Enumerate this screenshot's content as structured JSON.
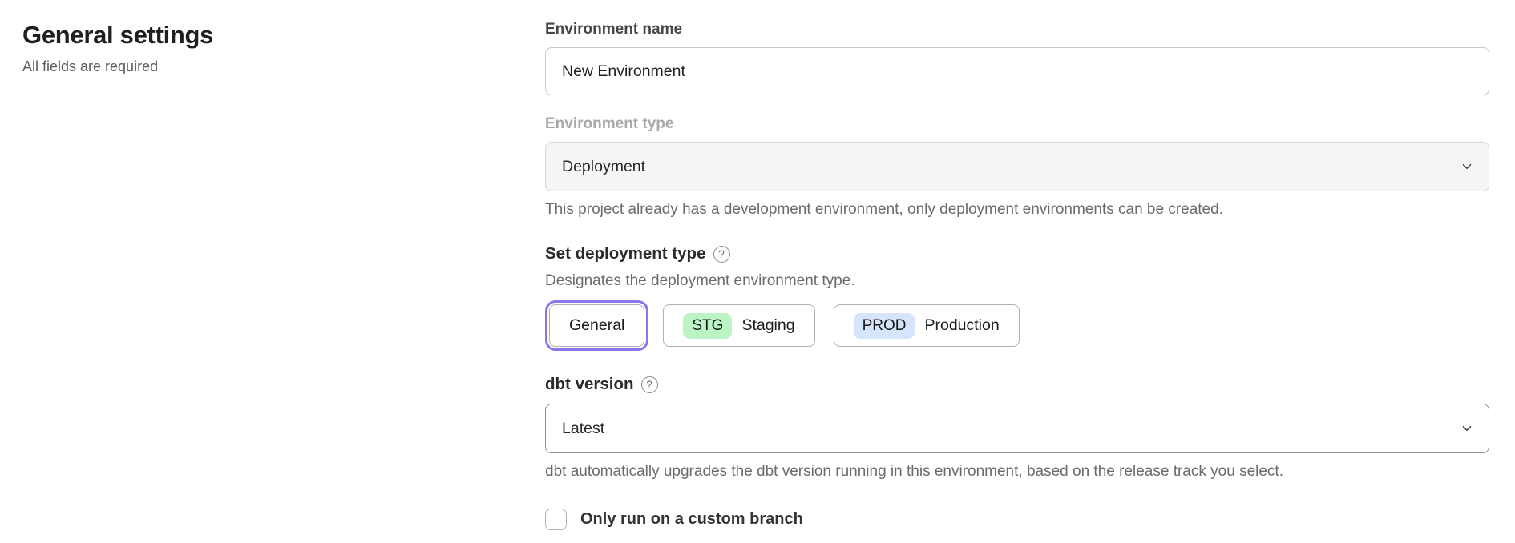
{
  "page": {
    "title": "General settings",
    "subtitle": "All fields are required"
  },
  "form": {
    "environment_name": {
      "label": "Environment name",
      "value": "New Environment"
    },
    "environment_type": {
      "label": "Environment type",
      "value": "Deployment",
      "disabled": true,
      "helper": "This project already has a development environment, only deployment environments can be created."
    },
    "deployment_type": {
      "label": "Set deployment type",
      "description": "Designates the deployment environment type.",
      "options": [
        {
          "label": "General",
          "badge": "",
          "badge_color": "",
          "selected": true
        },
        {
          "label": "Staging",
          "badge": "STG",
          "badge_color": "#bdf4c6",
          "selected": false
        },
        {
          "label": "Production",
          "badge": "PROD",
          "badge_color": "#d6e5fb",
          "selected": false
        }
      ]
    },
    "dbt_version": {
      "label": "dbt version",
      "value": "Latest",
      "helper": "dbt automatically upgrades the dbt version running in this environment, based on the release track you select."
    },
    "custom_branch": {
      "label": "Only run on a custom branch",
      "checked": false
    }
  },
  "icons": {
    "help": "?",
    "chevron_down": "chevron-down",
    "checkbox_unchecked": "empty-rounded-square"
  },
  "colors": {
    "accent_purple": "#8678e9",
    "badge_green": "#bdf4c6",
    "badge_blue": "#d6e5fb",
    "disabled_field_bg": "#f5f5f5",
    "helper_text": "#6b6b6b"
  }
}
